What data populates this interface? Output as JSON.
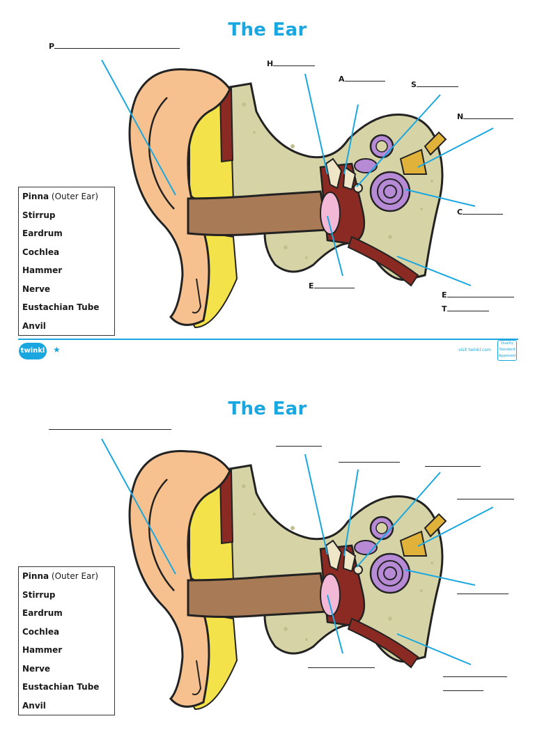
{
  "title": "The Ear",
  "labels": [
    "P",
    "H",
    "A",
    "S",
    "N",
    "C",
    "E",
    "E",
    "T"
  ],
  "key_items": [
    {
      "bold": "Pinna",
      "light": " (Outer Ear)"
    },
    {
      "bold": "Stirrup",
      "light": ""
    },
    {
      "bold": "Eardrum",
      "light": ""
    },
    {
      "bold": "Cochlea",
      "light": ""
    },
    {
      "bold": "Hammer",
      "light": ""
    },
    {
      "bold": "Nerve",
      "light": ""
    },
    {
      "bold": "Eustachian Tube",
      "light": ""
    },
    {
      "bold": "Anvil",
      "light": ""
    }
  ],
  "footer": {
    "logo": "twinkl",
    "visit": "visit twinkl.com",
    "badge": "Quality Standard Approved"
  },
  "colors": {
    "accent": "#1aa7e0",
    "skin": "#f7c18f",
    "bone": "#d6d3a6",
    "fat": "#f4e24a",
    "cochlea": "#b78ad6",
    "eardrum": "#f3b8d6",
    "canal": "#a87a55",
    "muscle": "#8b2a22"
  }
}
